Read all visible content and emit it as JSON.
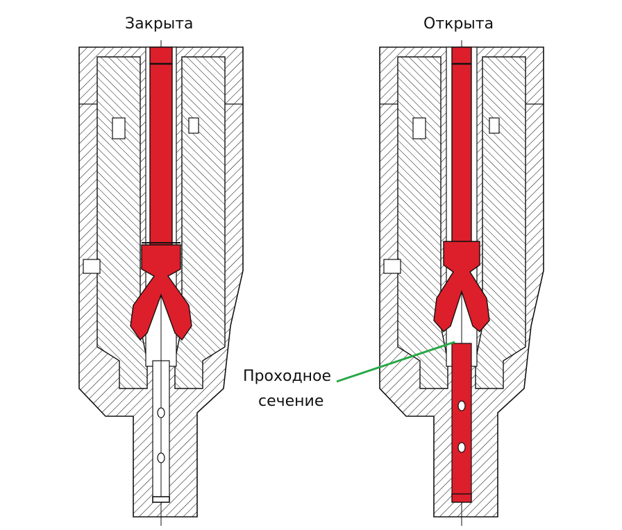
{
  "labels": {
    "closed": "Закрыта",
    "open": "Открыта",
    "flow_section_line1": "Проходное",
    "flow_section_line2": "сечение"
  },
  "colors": {
    "fill": "#dc1f2a",
    "line": "#111111",
    "callout": "#27a846",
    "background": "#ffffff"
  }
}
